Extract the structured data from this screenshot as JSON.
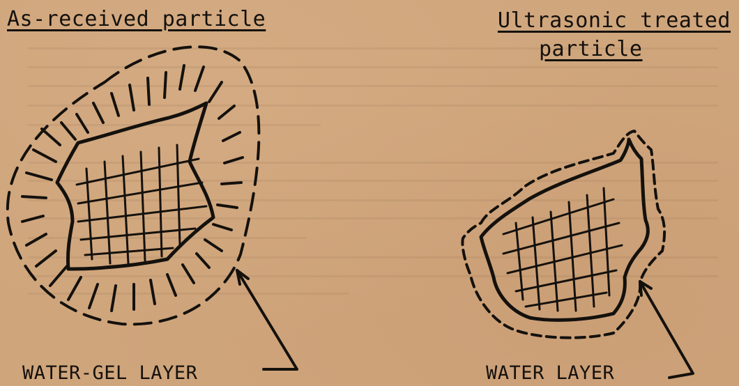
{
  "figure": {
    "left_title": "As-received particle",
    "right_title_line1": "Ultrasonic treated",
    "right_title_line2": "particle",
    "left_caption": "WATER-GEL LAYER",
    "right_caption": "WATER LAYER"
  },
  "colors": {
    "paper": "#cfa57c",
    "ink": "#14110d"
  }
}
